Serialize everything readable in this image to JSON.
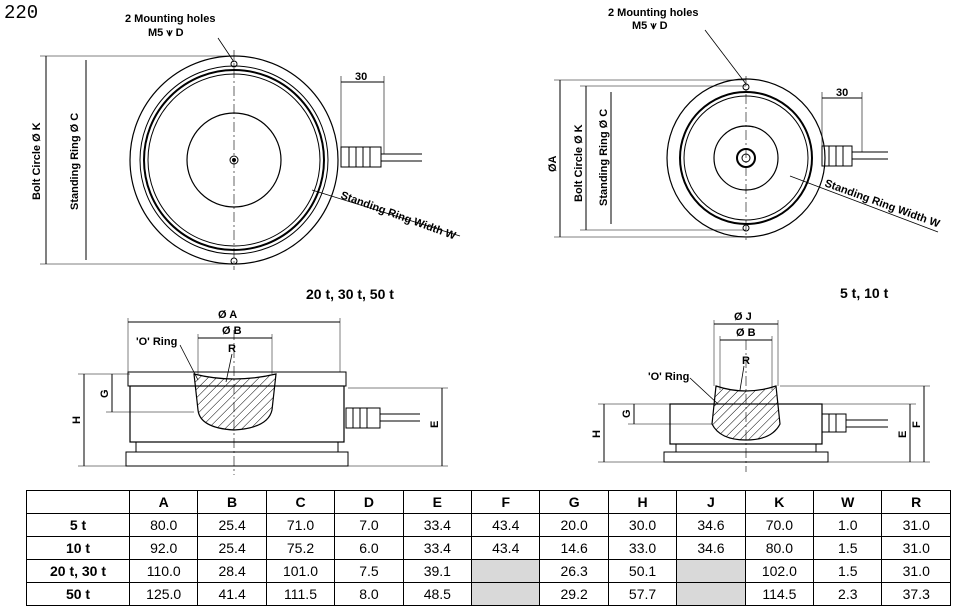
{
  "page_number": "220",
  "top_left": {
    "mounting_holes_label": "2 Mounting holes",
    "thread_label": "M5 ⩛ D",
    "dim_30": "30",
    "bolt_circle_label": "Bolt Circle Ø K",
    "standing_ring_label": "Standing Ring Ø C",
    "ring_width_label": "Standing Ring Width W",
    "caption": "20 t, 30 t, 50 t"
  },
  "top_right": {
    "mounting_holes_label": "2 Mounting holes",
    "thread_label": "M5 ⩛ D",
    "dim_30": "30",
    "dia_a_label": "ØA",
    "bolt_circle_label": "Bolt Circle Ø K",
    "standing_ring_label": "Standing Ring Ø C",
    "ring_width_label": "Standing Ring Width W",
    "caption": "5 t, 10 t"
  },
  "bottom_left": {
    "dia_a": "Ø A",
    "dia_b": "Ø B",
    "o_ring": "'O' Ring",
    "r": "R",
    "g": "G",
    "h": "H",
    "e": "E"
  },
  "bottom_right": {
    "dia_j": "Ø J",
    "dia_b": "Ø B",
    "o_ring": "'O' Ring",
    "r": "R",
    "g": "G",
    "h": "H",
    "e": "E",
    "f": "F"
  },
  "table": {
    "headers": [
      "",
      "A",
      "B",
      "C",
      "D",
      "E",
      "F",
      "G",
      "H",
      "J",
      "K",
      "W",
      "R"
    ],
    "rows": [
      [
        "5 t",
        "80.0",
        "25.4",
        "71.0",
        "7.0",
        "33.4",
        "43.4",
        "20.0",
        "30.0",
        "34.6",
        "70.0",
        "1.0",
        "31.0"
      ],
      [
        "10 t",
        "92.0",
        "25.4",
        "75.2",
        "6.0",
        "33.4",
        "43.4",
        "14.6",
        "33.0",
        "34.6",
        "80.0",
        "1.5",
        "31.0"
      ],
      [
        "20 t, 30 t",
        "110.0",
        "28.4",
        "101.0",
        "7.5",
        "39.1",
        "",
        "26.3",
        "50.1",
        "",
        "102.0",
        "1.5",
        "31.0"
      ],
      [
        "50 t",
        "125.0",
        "41.4",
        "111.5",
        "8.0",
        "48.5",
        "",
        "29.2",
        "57.7",
        "",
        "114.5",
        "2.3",
        "37.3"
      ]
    ]
  }
}
